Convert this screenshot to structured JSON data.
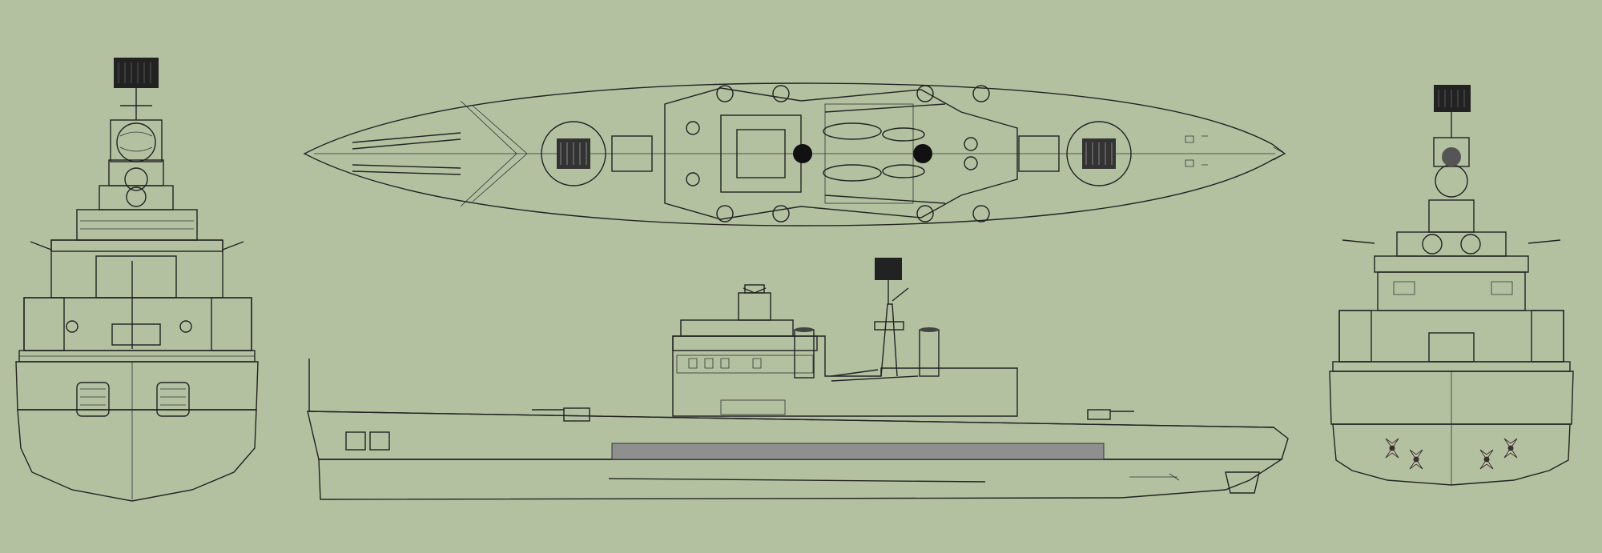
{
  "diagram": {
    "kind": "ship-profile-drawing",
    "views": [
      {
        "id": "bow-view"
      },
      {
        "id": "top-view"
      },
      {
        "id": "side-view"
      },
      {
        "id": "stern-view"
      }
    ]
  },
  "colors": {
    "background": "#b3c1a1",
    "deck": "#e4dcbf",
    "hull_upper": "#f2f2f0",
    "hull_grey": "#8c8c8c",
    "hull_red": "#a3211c",
    "superstructure": "#e6e6e6",
    "boat": "#c07a3c",
    "radar": "#222222",
    "propeller": "#d9c9a5"
  }
}
